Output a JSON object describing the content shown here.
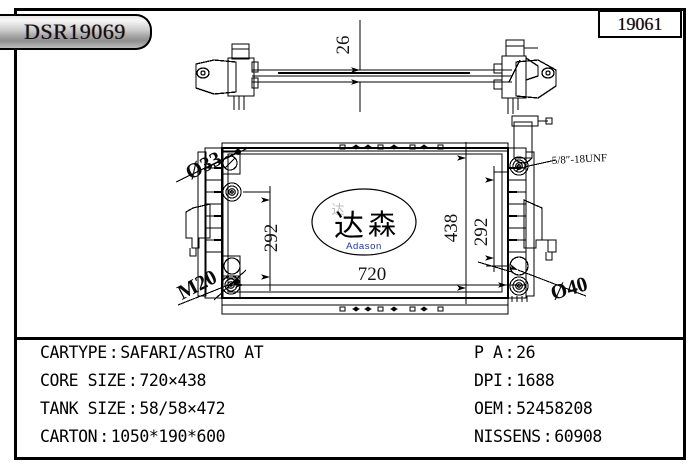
{
  "title_tab": {
    "label": "DSR19069"
  },
  "part_number_box": {
    "value": "19061"
  },
  "logo": {
    "chinese_text": "达森",
    "latin_text": "Adason"
  },
  "dimensions": {
    "top_view_thickness": "26",
    "core_width": "720",
    "core_height": "438",
    "tank_left_height": "292",
    "tank_right_height": "292",
    "inlet_diameter": "Ø33",
    "outlet_diameter": "Ø40",
    "drain_thread": "M20",
    "fitting_thread": "5/8″-18UNF"
  },
  "spec_left": [
    {
      "key": "CARTYPE",
      "sep": ":",
      "value": "SAFARI/ASTRO  AT"
    },
    {
      "key": "CORE SIZE",
      "sep": ":",
      "value": "720×438"
    },
    {
      "key": "TANK SIZE",
      "sep": ":",
      "value": "58/58×472"
    },
    {
      "key": "CARTON",
      "sep": ":",
      "value": "1050*190*600"
    }
  ],
  "spec_right": [
    {
      "key": "P A",
      "sep": ":",
      "value": "26"
    },
    {
      "key": "DPI",
      "sep": ":",
      "value": "1688"
    },
    {
      "key": "OEM",
      "sep": ":",
      "value": "52458208"
    },
    {
      "key": "NISSENS",
      "sep": ":",
      "value": "60908"
    }
  ],
  "colors": {
    "line": "#000000",
    "dimension_text": "#1a1a1a",
    "background": "#ffffff"
  }
}
